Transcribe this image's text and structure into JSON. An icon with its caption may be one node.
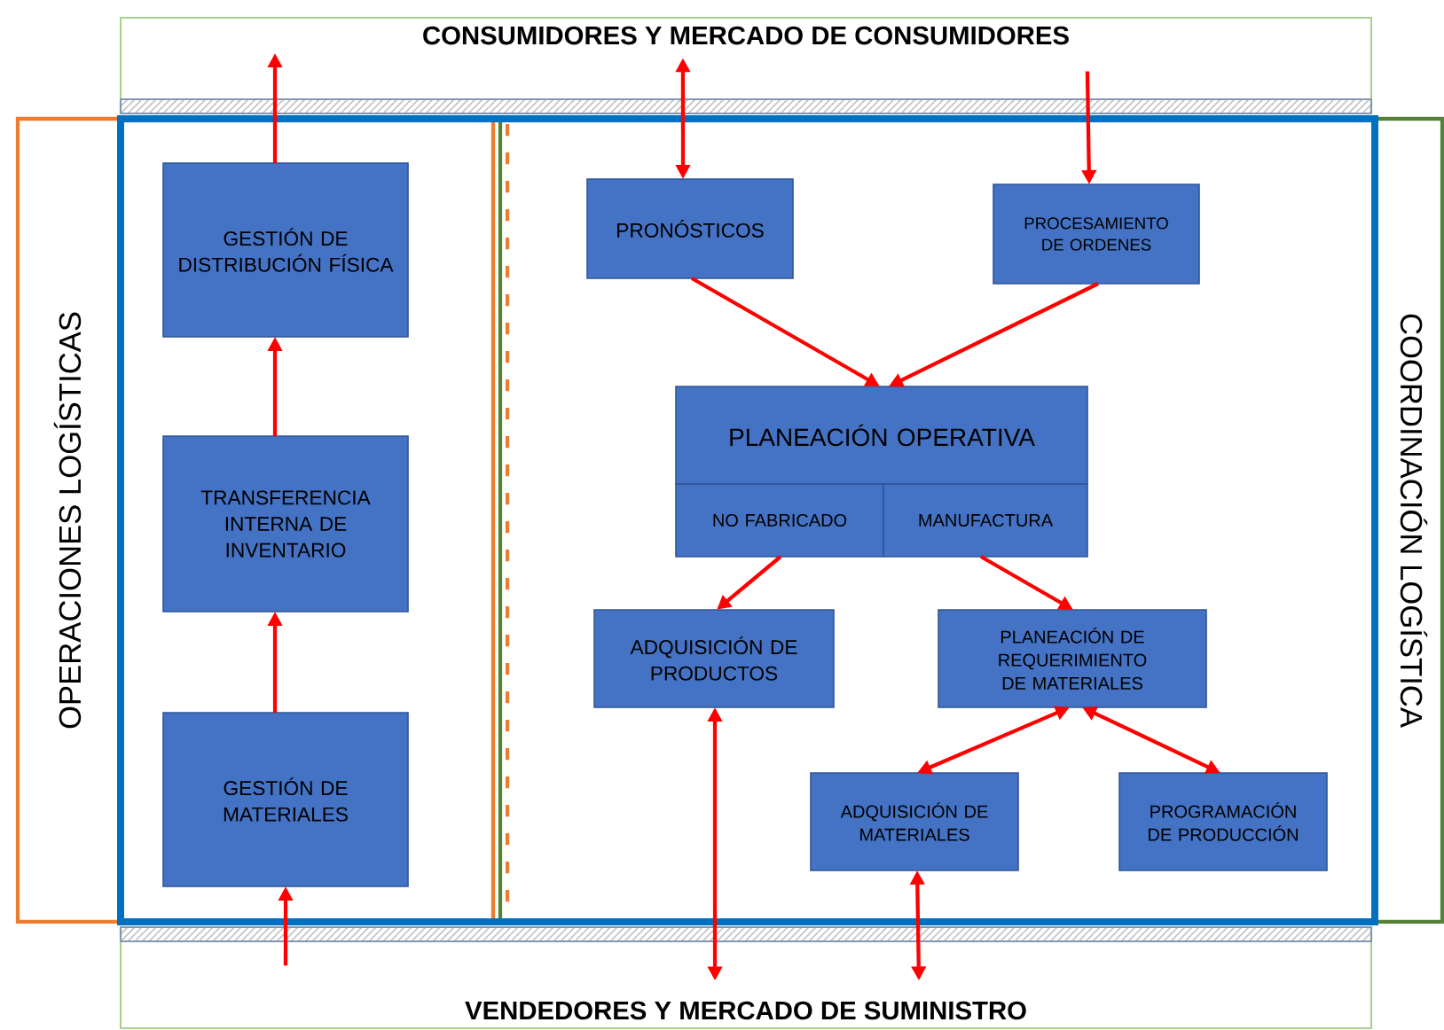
{
  "diagram": {
    "nodes": [
      {
        "text": [
          "CONSUMIDORES Y MERCADO DE CONSUMIDORES"
        ]
      },
      {
        "text": [
          "OPERACIONES LOGÍSTICAS"
        ]
      },
      {
        "text": [
          "COORDINACIÓN LOGÍSTICA"
        ]
      },
      {
        "text": [
          "GESTIÓN DE DISTRIBUCIÓN FÍSICA"
        ],
        "in": 1
      },
      {
        "text": [
          "TRANSFERENCIA INTERNA DE INVENTARIO"
        ],
        "in": 1
      },
      {
        "text": [
          "GESTIÓN DE MATERIALES"
        ],
        "in": 1
      },
      {
        "text": [
          "PRONÓSTICOS"
        ],
        "in": 2
      },
      {
        "text": [
          "PROCESAMIENTO DE ORDENES"
        ],
        "in": 2
      },
      {
        "text": [
          "PLANEACIÓN OPERATIVA"
        ],
        "in": 2
      },
      {
        "text": [
          "NO FABRICADO"
        ],
        "in": 2
      },
      {
        "text": [
          "MANUFACTURA"
        ],
        "in": 2
      },
      {
        "text": [
          "ADQUISICIÓN DE PRODUCTOS"
        ],
        "in": 2
      },
      {
        "text": [
          "PLANEACIÓN DE REQUERIMIENTO DE MATERIALES"
        ],
        "in": 2
      },
      {
        "text": [
          "ADQUISICIÓN DE MATERIALES"
        ],
        "in": 2
      },
      {
        "text": [
          "PROGRAMACIÓN DE PRODUCCIÓN"
        ],
        "in": 2
      },
      {
        "text": [
          "VENDEDORES Y MERCADO DE SUMINISTRO"
        ]
      }
    ],
    "edges": [
      {
        "from": 3,
        "to": 0,
        "arrow": "to"
      },
      {
        "from": 4,
        "to": 3,
        "arrow": "to"
      },
      {
        "from": 5,
        "to": 4,
        "arrow": "to"
      },
      {
        "from": 15,
        "to": 5,
        "arrow": "to"
      },
      {
        "from": 6,
        "to": 0,
        "arrow": "both"
      },
      {
        "from": 0,
        "to": 7,
        "arrow": "to"
      },
      {
        "from": 6,
        "to": 8,
        "arrow": "to"
      },
      {
        "from": 7,
        "to": 8,
        "arrow": "to"
      },
      {
        "from": 9,
        "to": 11,
        "arrow": "to"
      },
      {
        "from": 10,
        "to": 12,
        "arrow": "to"
      },
      {
        "from": 11,
        "to": 15,
        "arrow": "both"
      },
      {
        "from": 12,
        "to": 13,
        "arrow": "both"
      },
      {
        "from": 12,
        "to": 14,
        "arrow": "both"
      },
      {
        "from": 13,
        "to": 15,
        "arrow": "both"
      }
    ]
  }
}
